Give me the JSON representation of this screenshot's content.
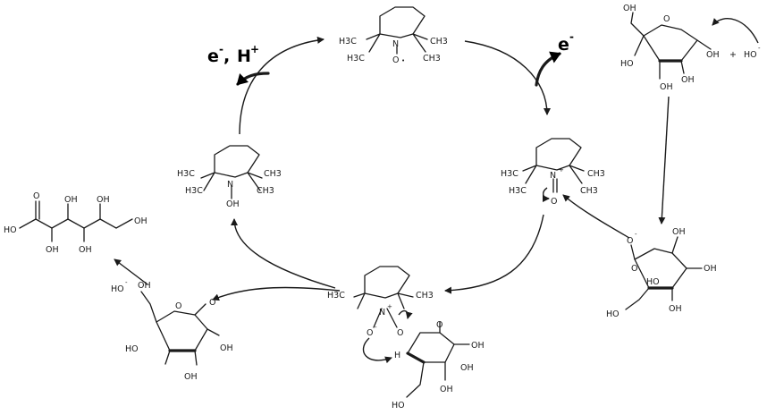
{
  "electron_proton": {
    "e": "e",
    "minus": "-",
    "comma": ", ",
    "h": "H",
    "plus": "+"
  },
  "electron_out": {
    "e": "e",
    "minus": "-"
  },
  "tempo_radical": {
    "me_left": "H3C",
    "me_left_b": "H3C",
    "me_right": "CH3",
    "me_right_b": "CH3",
    "n": "N",
    "o": "O",
    "dot": "•"
  },
  "oxoammonium": {
    "me_left": "H3C",
    "me_left_b": "H3C",
    "me_right": "CH3",
    "me_right_b": "CH3",
    "n": "N",
    "plus": "+",
    "o": "O"
  },
  "hydroxylamine": {
    "me_left": "H3C",
    "me_left_b": "H3C",
    "me_right": "CH3",
    "me_right_b": "CH3",
    "n": "N",
    "oh": "OH"
  },
  "adduct": {
    "me_left": "H3C",
    "me_right": "CH3",
    "n": "N",
    "plus": "+",
    "o_minus": "O",
    "minus": "-",
    "o": "O",
    "h": "H"
  },
  "glucose_top": {
    "oh1": "OH",
    "o": "O",
    "oh2": "OH",
    "ho": "HO",
    "oh3": "OH",
    "oh4": "OH"
  },
  "hydroxide_top": {
    "plus": "+",
    "ho": "HO",
    "minus": "-"
  },
  "glucoside": {
    "o_minus": "O",
    "minus": "-",
    "o": "O",
    "oh1": "OH",
    "ho1": "HO",
    "oh2": "OH",
    "oh3": "OH",
    "ho2": "HO"
  },
  "adduct_sugar": {
    "o": "O",
    "oh1": "OH",
    "oh2": "OH",
    "oh3": "OH",
    "ho": "HO"
  },
  "lactone": {
    "oh1": "OH",
    "o": "O",
    "o_co": "O",
    "ho": "HO",
    "oh2": "OH",
    "oh3": "OH"
  },
  "hydroxide_left": {
    "ho": "HO",
    "minus": "-"
  },
  "gluconic_acid": {
    "o": "O",
    "oh1": "OH",
    "oh2": "OH",
    "ho1": "HO",
    "oh3": "OH",
    "oh4": "OH",
    "oh5": "OH"
  },
  "colors": {
    "ink": "#1a1a1a",
    "background": "#ffffff"
  }
}
